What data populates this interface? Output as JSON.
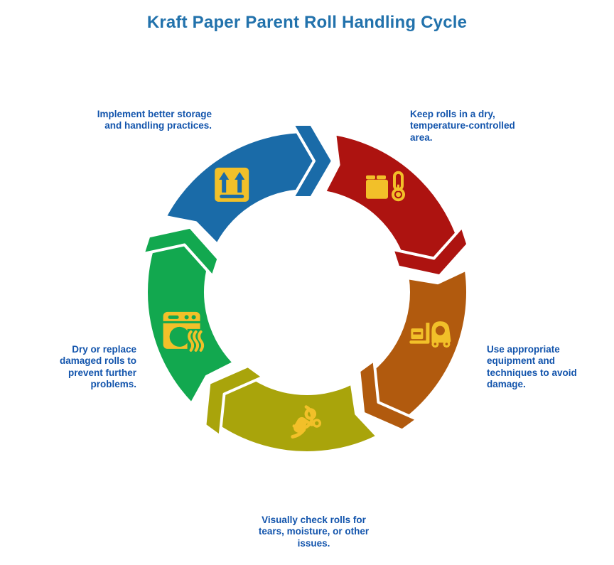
{
  "title": "Kraft Paper Parent Roll Handling Cycle",
  "theme": {
    "background": "#FFFFFF",
    "title_color": "#2272AC",
    "label_color": "#1254AC",
    "icon_color": "#F2C029",
    "outline_color": "#FFFFFF"
  },
  "cycle": {
    "direction": "clockwise",
    "steps": [
      {
        "name": "storage-practices",
        "color": "#1A6BA8",
        "icon": "package-up-arrows-icon",
        "label": "Implement better storage and handling practices."
      },
      {
        "name": "climate-control",
        "color": "#AD1310",
        "icon": "box-thermometer-icon",
        "label": "Keep rolls in a dry, temperature-controlled area."
      },
      {
        "name": "equipment",
        "color": "#B15A0E",
        "icon": "forklift-icon",
        "label": "Use appropriate equipment and techniques to avoid damage."
      },
      {
        "name": "inspection",
        "color": "#A9A40B",
        "icon": "inspector-icon",
        "label": "Visually check rolls for tears, moisture, or other issues."
      },
      {
        "name": "dry-replace",
        "color": "#12A84F",
        "icon": "dryer-icon",
        "label": "Dry or replace damaged rolls to prevent further problems."
      }
    ]
  }
}
